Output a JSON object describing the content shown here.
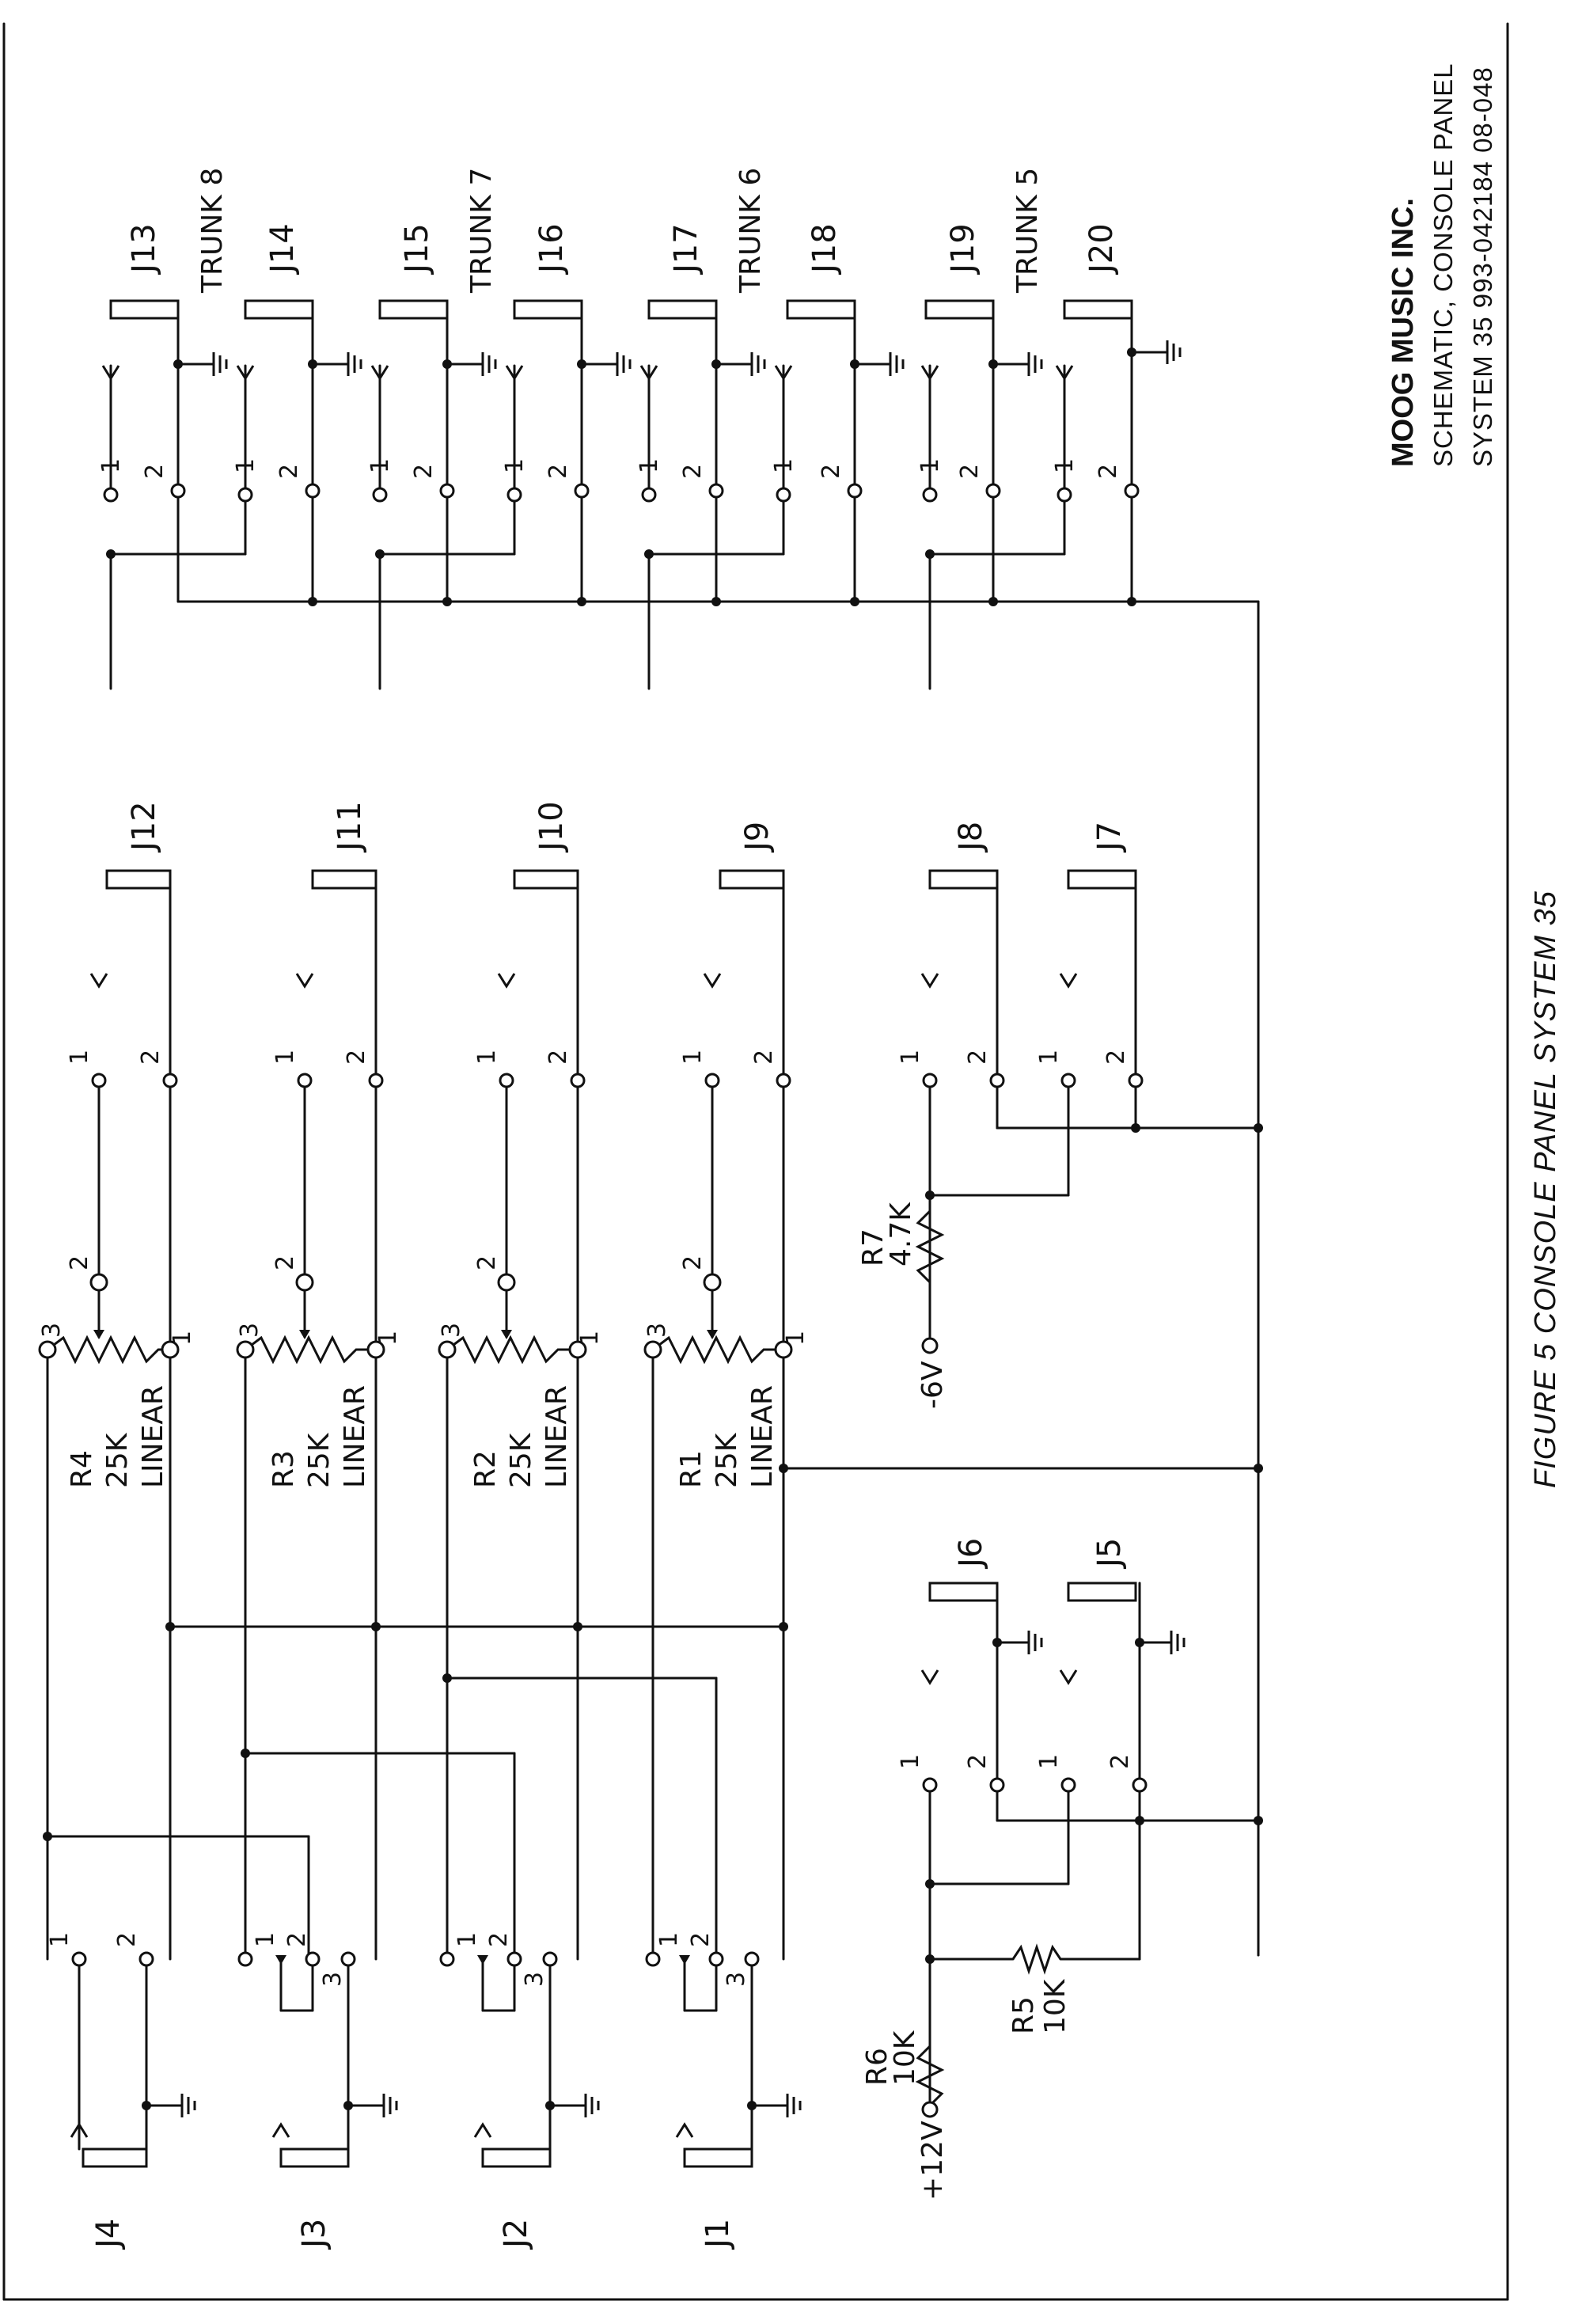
{
  "title_block": {
    "company": "MOOG MUSIC INC.",
    "description": "SCHEMATIC, CONSOLE PANEL",
    "doc_line": "SYSTEM 35  993-042184   08-048"
  },
  "caption": "FIGURE 5 CONSOLE PANEL SYSTEM 35",
  "trunks": [
    {
      "name": "TRUNK 8",
      "jacks": [
        "J13",
        "J14"
      ]
    },
    {
      "name": "TRUNK 7",
      "jacks": [
        "J15",
        "J16"
      ]
    },
    {
      "name": "TRUNK 6",
      "jacks": [
        "J17",
        "J18"
      ]
    },
    {
      "name": "TRUNK 5",
      "jacks": [
        "J19",
        "J20"
      ]
    }
  ],
  "pots": [
    {
      "ref": "R4",
      "value": "25K",
      "taper": "LINEAR",
      "out_jack": "J12",
      "in_jack": "J4"
    },
    {
      "ref": "R3",
      "value": "25K",
      "taper": "LINEAR",
      "out_jack": "J11",
      "in_jack": "J3"
    },
    {
      "ref": "R2",
      "value": "25K",
      "taper": "LINEAR",
      "out_jack": "J10",
      "in_jack": "J2"
    },
    {
      "ref": "R1",
      "value": "25K",
      "taper": "LINEAR",
      "out_jack": "J9",
      "in_jack": "J1"
    }
  ],
  "supplies": {
    "neg": {
      "label": "-6V",
      "resistor_ref": "R7",
      "resistor_value": "4.7K",
      "jacks": [
        "J8",
        "J7"
      ]
    },
    "pos": {
      "label": "+12V",
      "resistor_ref": "R6",
      "resistor_value": "10K",
      "shunt_ref": "R5",
      "shunt_value": "10K",
      "jacks": [
        "J6",
        "J5"
      ]
    }
  },
  "pin_labels": {
    "one": "1",
    "two": "2",
    "three": "3"
  }
}
